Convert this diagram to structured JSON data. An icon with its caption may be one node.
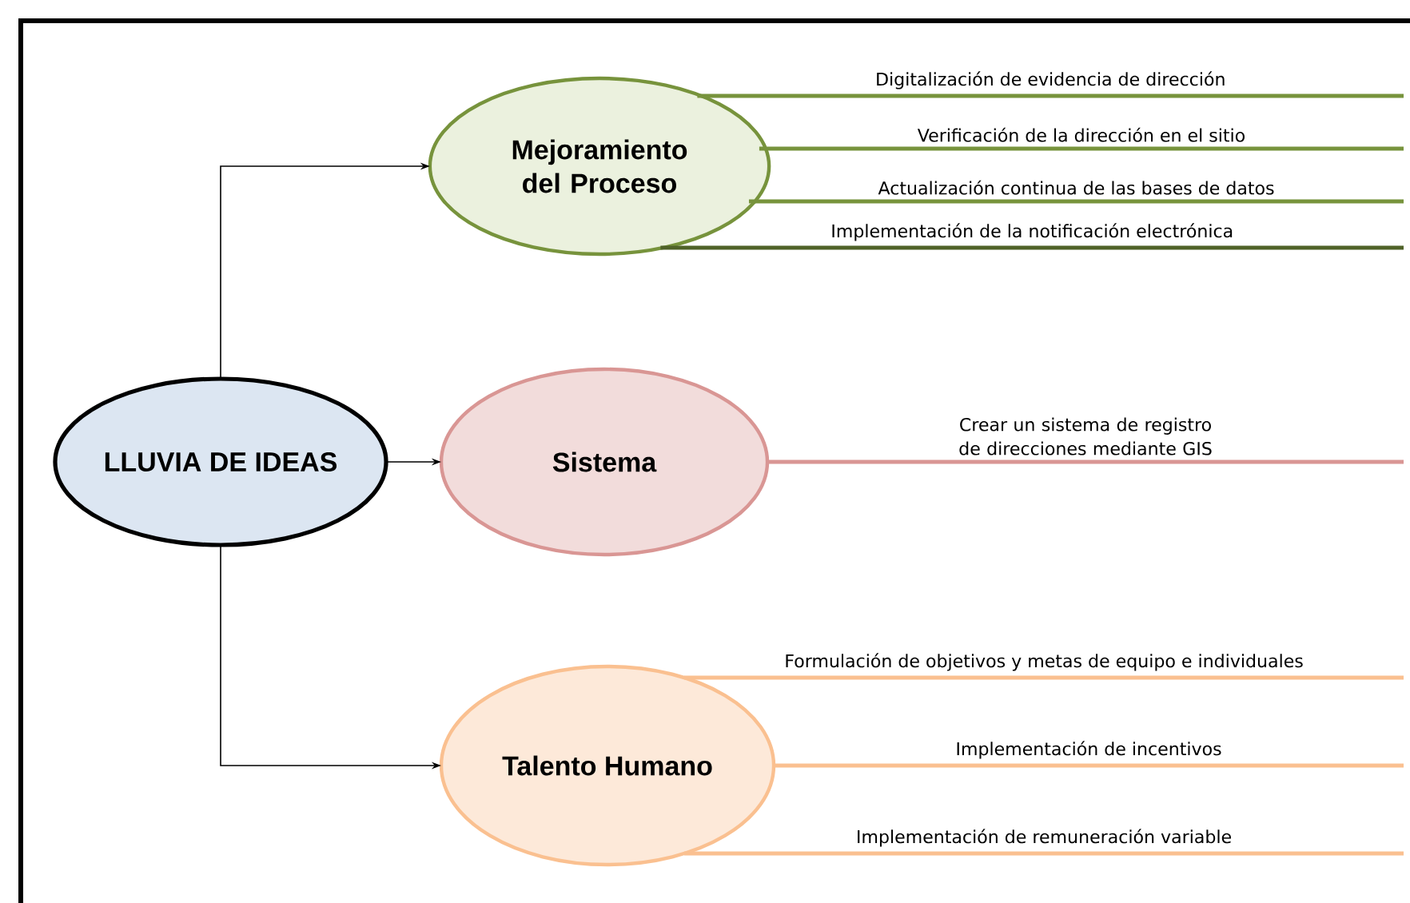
{
  "diagram": {
    "nodes": [
      {
        "text": [
          "LLUVIA DE IDEAS"
        ]
      },
      {
        "text": [
          "Mejoramiento del Proceso"
        ]
      },
      {
        "text": [
          "Sistema"
        ]
      },
      {
        "text": [
          "Talento Humano"
        ]
      }
    ],
    "edges": [
      {
        "from": 0,
        "to": 1,
        "arrow": "to"
      },
      {
        "from": 0,
        "to": 2,
        "arrow": "to"
      },
      {
        "from": 0,
        "to": 3,
        "arrow": "to"
      },
      {
        "from": 1,
        "to": null,
        "arrow": "none",
        "label": "Digitalización de evidencia de dirección",
        "color": "#77933c"
      },
      {
        "from": 1,
        "to": null,
        "arrow": "none",
        "label": "Verificación de la dirección en el sitio",
        "color": "#77933c"
      },
      {
        "from": 1,
        "to": null,
        "arrow": "none",
        "label": "Actualización continua de las bases de datos",
        "color": "#77933c"
      },
      {
        "from": 1,
        "to": null,
        "arrow": "none",
        "label": "Implementación de la notificación electrónica",
        "color": "#4f6228"
      },
      {
        "from": 2,
        "to": null,
        "arrow": "none",
        "label": "Crear un sistema de registro de direcciones mediante GIS",
        "color": "#d99694"
      },
      {
        "from": 3,
        "to": null,
        "arrow": "none",
        "label": "Formulación de objetivos y metas de equipo e individuales",
        "color": "#fac090"
      },
      {
        "from": 3,
        "to": null,
        "arrow": "none",
        "label": "Implementación de incentivos",
        "color": "#fac090"
      },
      {
        "from": 3,
        "to": null,
        "arrow": "none",
        "label": "Implementación de remuneración variable",
        "color": "#fac090"
      }
    ]
  }
}
